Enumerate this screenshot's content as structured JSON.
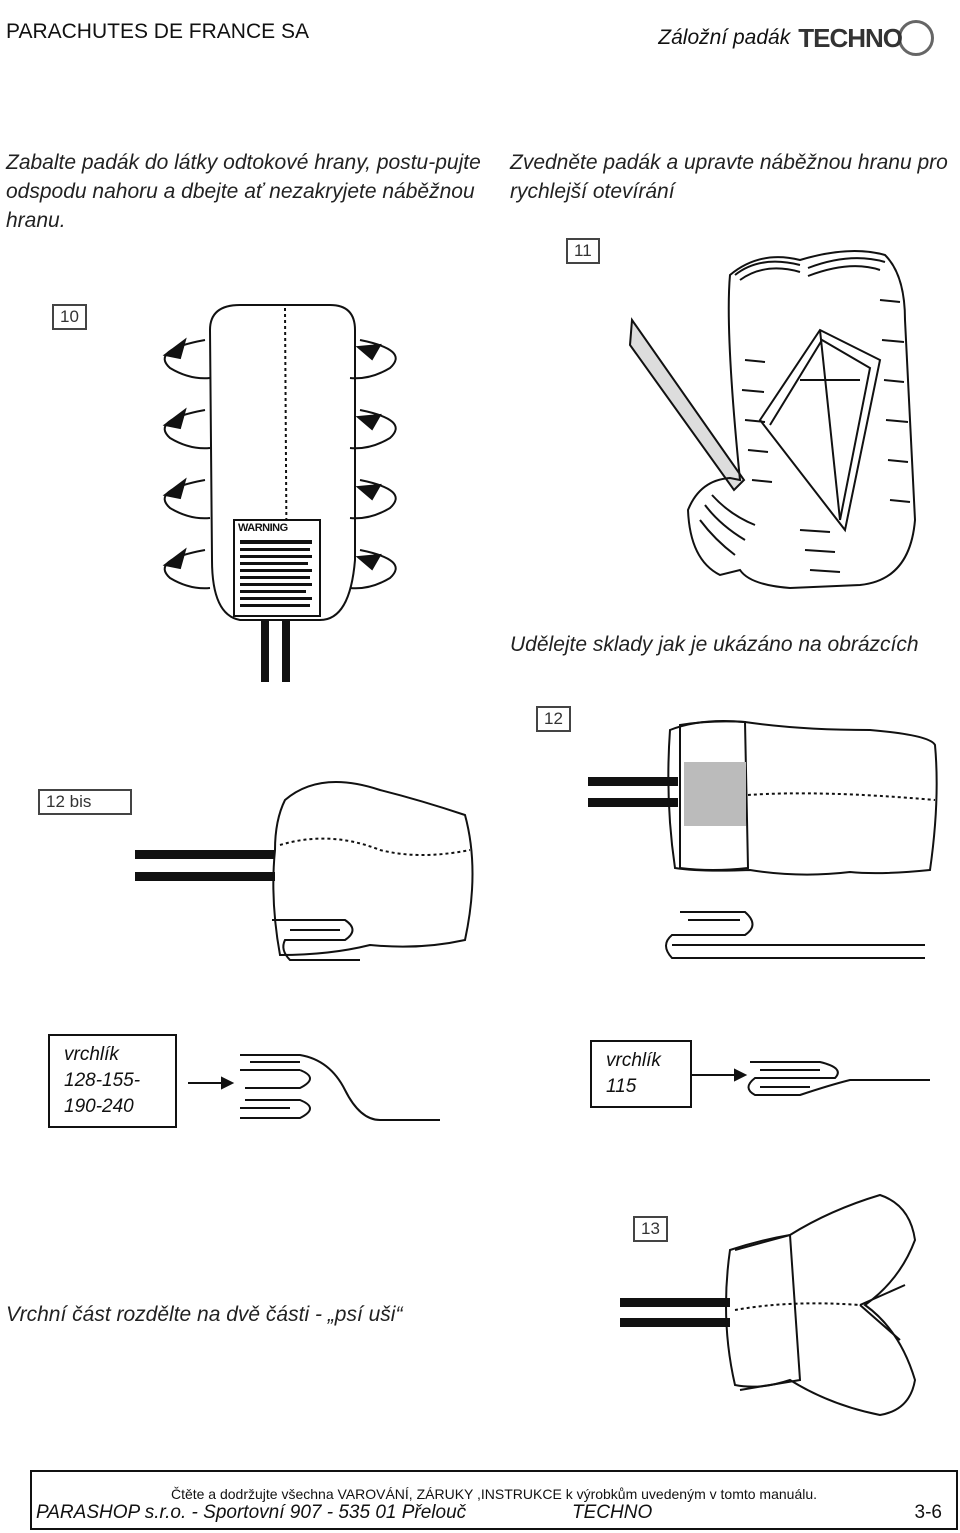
{
  "header": {
    "company": "PARACHUTES DE FRANCE SA",
    "doc_title": "Záložní padák",
    "logo_text": "TECHNO"
  },
  "steps": {
    "step10_text": "Zabalte padák do látky odtokové hrany, postu-pujte odspodu nahoru a dbejte ať nezakryjete náběžnou hranu.",
    "step11_text": "Zvedněte padák a upravte náběžnou hranu pro rychlejší otevírání",
    "folds_text": "Udělejte sklady jak je ukázáno na obrázcích",
    "step13_text": "Vrchní část rozdělte na dvě části - „psí uši“"
  },
  "figures": {
    "fig10": "10",
    "fig11": "11",
    "fig12": "12",
    "fig12bis": "12 bis",
    "fig13": "13",
    "warning_label": "WARNING"
  },
  "boxes": {
    "box_left": "vrchlík 128-155-190-240",
    "box_right": "vrchlík 115"
  },
  "footer": {
    "note": "Čtěte a dodržujte všechna VAROVÁNÍ, ZÁRUKY ,INSTRUKCE k výrobkům uvedeným v tomto manuálu.",
    "address": "PARASHOP s.r.o. - Sportovní 907 - 535 01 Přelouč",
    "product": "TECHNO",
    "page": "3-6"
  }
}
